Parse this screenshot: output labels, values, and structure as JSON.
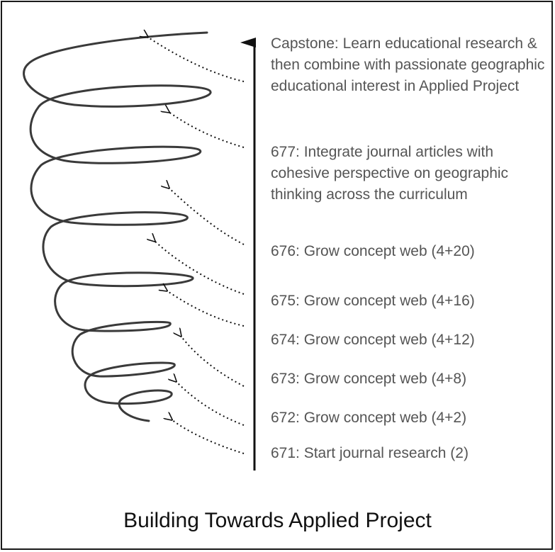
{
  "diagram": {
    "stages": [
      {
        "id": "capstone",
        "text": "Capstone: Learn educational research & then combine with passionate geographic educational interest in Applied Project"
      },
      {
        "id": "677",
        "text": "677: Integrate journal articles with cohesive perspective on geographic thinking across the curriculum"
      },
      {
        "id": "676",
        "text": "676: Grow concept web (4+20)"
      },
      {
        "id": "675",
        "text": "675: Grow concept web (4+16)"
      },
      {
        "id": "674",
        "text": "674: Grow concept web (4+12)"
      },
      {
        "id": "673",
        "text": "673: Grow concept web (4+8)"
      },
      {
        "id": "672",
        "text": "672: Grow concept web (4+2)"
      },
      {
        "id": "671",
        "text": "671: Start journal research (2)"
      }
    ],
    "caption": "Building Towards Applied Project"
  },
  "colors": {
    "spiral": "#3a3a3a",
    "arrow": "#111111",
    "text": "#555555",
    "caption": "#111111"
  }
}
